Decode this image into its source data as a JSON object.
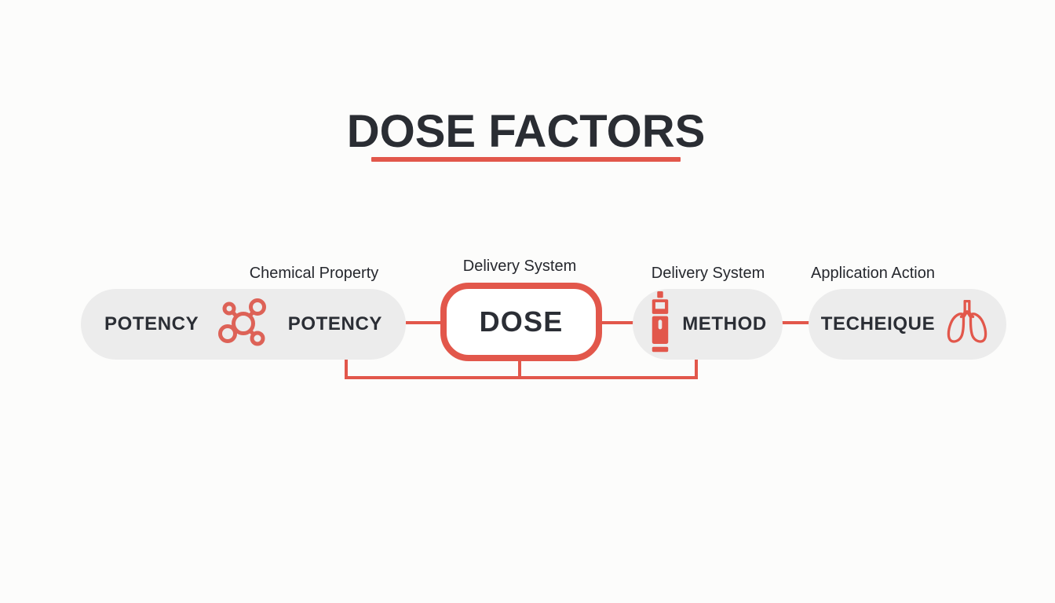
{
  "title": {
    "text": "DOSE FACTORS"
  },
  "colors": {
    "accent": "#E2574B",
    "accent_soft": "#DD6257",
    "pill_bg": "#ECECEC",
    "title_text": "#2A2D33",
    "node_text": "#2B2E35",
    "label_text": "#26282E",
    "background": "#FCFCFB"
  },
  "diagram": {
    "nodes": [
      {
        "id": "potency",
        "label_above": "Chemical Property",
        "texts": [
          "POTENCY",
          "POTENCY"
        ],
        "icon": "molecule-icon"
      },
      {
        "id": "dose",
        "label_above": "Delivery System",
        "text": "DOSE"
      },
      {
        "id": "method",
        "label_above": "Delivery System",
        "text": "METHOD",
        "icon": "vape-pen-icon"
      },
      {
        "id": "techeique",
        "label_above": "Application Action",
        "text": "TECHEIQUE",
        "icon": "lungs-icon"
      }
    ]
  }
}
